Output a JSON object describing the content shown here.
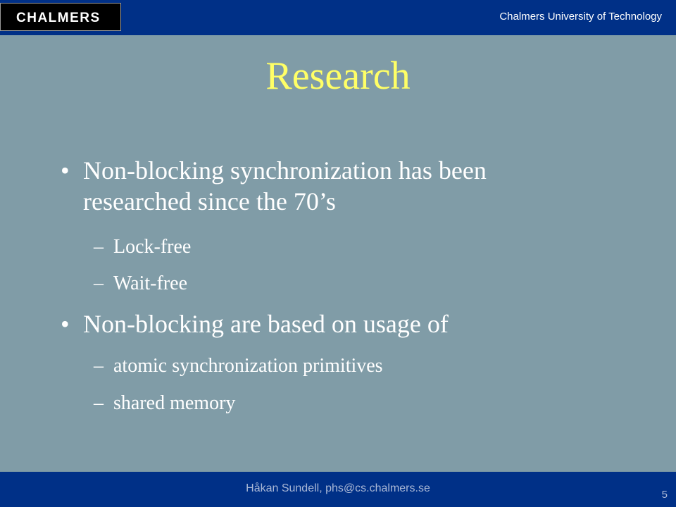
{
  "header": {
    "logo": "CHALMERS",
    "university": "Chalmers University of Technology"
  },
  "slide": {
    "title": "Research",
    "bullets": [
      {
        "text": "Non-blocking synchronization has been researched since the 70’s",
        "subitems": [
          "Lock-free",
          "Wait-free"
        ]
      },
      {
        "text": "Non-blocking are based on usage of",
        "subitems": [
          "atomic synchronization primitives",
          "shared memory"
        ]
      }
    ],
    "bullet_symbol": "•",
    "sub_symbol": "–"
  },
  "footer": {
    "author": "Håkan Sundell, phs@cs.chalmers.se",
    "page_number": "5"
  },
  "colors": {
    "bar": "#003087",
    "background": "#809ca7",
    "title": "#ffff66",
    "text": "#ffffff"
  }
}
